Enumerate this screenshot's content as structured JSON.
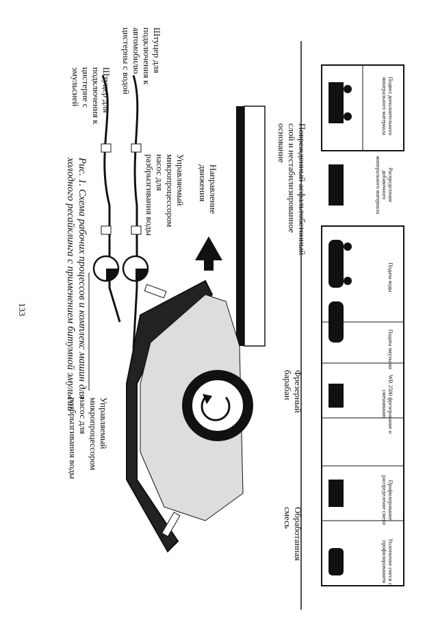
{
  "page_number": "133",
  "caption": {
    "line1": "Рис. 1. Схема рабочих процессов и комплекс машин для",
    "line2": "холодного ресайклинга с применением битумной эмульсии"
  },
  "labels": {
    "pump_left": [
      "Управляемый",
      "микропроцессором",
      "насос для",
      "разбрызгивания воды"
    ],
    "nozzle_emulsion": [
      "Штуцер для",
      "подключения к",
      "цистерне с",
      "эмульсией"
    ],
    "nozzle_water": [
      "Штуцер для",
      "подключения к",
      "автомобилю",
      "цистерны с водой"
    ],
    "pump_right": [
      "Управляемый",
      "микропроцессором",
      "насос для",
      "разбрызгивания воды"
    ],
    "direction": [
      "Направление",
      "движения"
    ],
    "processed_mix": [
      "Обработанная",
      "смесь"
    ],
    "milling_drum": [
      "Фрезерный",
      "барабан"
    ],
    "damaged_layer": [
      "Поврежденный асфальтобетонный",
      "слой и нестабилизированное",
      "основание"
    ]
  },
  "machines": [
    {
      "text": "Уплотнение смеси с профилированием"
    },
    {
      "text": "Профилирование распределение смеси"
    },
    {
      "text": "WR 2500 фрезерование и смешивание"
    },
    {
      "text": "Подача эмульсии"
    },
    {
      "text": "Подача воды"
    },
    {
      "text": "Распределение добавочного минерального материала"
    },
    {
      "text": "Подвоз дополнительного минерального материала"
    }
  ]
}
